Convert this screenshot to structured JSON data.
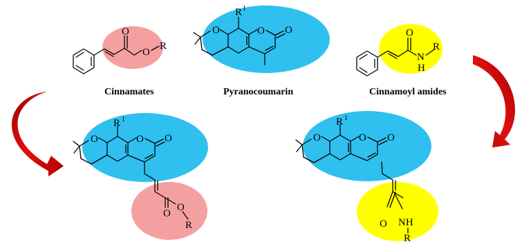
{
  "captions": {
    "cinnamates": "Cinnamates",
    "pyranocoumarin": "Pyranocoumarin",
    "cinnamoyl_amides": "Cinnamoyl amides"
  },
  "atoms": {
    "oxygen": "O",
    "r": "R",
    "r1": "R",
    "r1_sup": "1",
    "n": "N",
    "h": "H",
    "nh": "NH"
  },
  "colors": {
    "ester_highlight": "#f5a0a0",
    "coumarin_highlight": "#2fc0ef",
    "amide_highlight": "#ffff00",
    "arrow": "#c00000"
  }
}
